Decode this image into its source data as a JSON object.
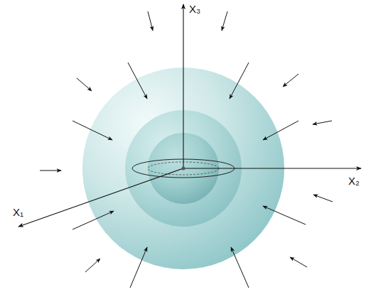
{
  "diagram": {
    "labels": [
      "X₃",
      "X₂",
      "X₁"
    ]
  }
}
